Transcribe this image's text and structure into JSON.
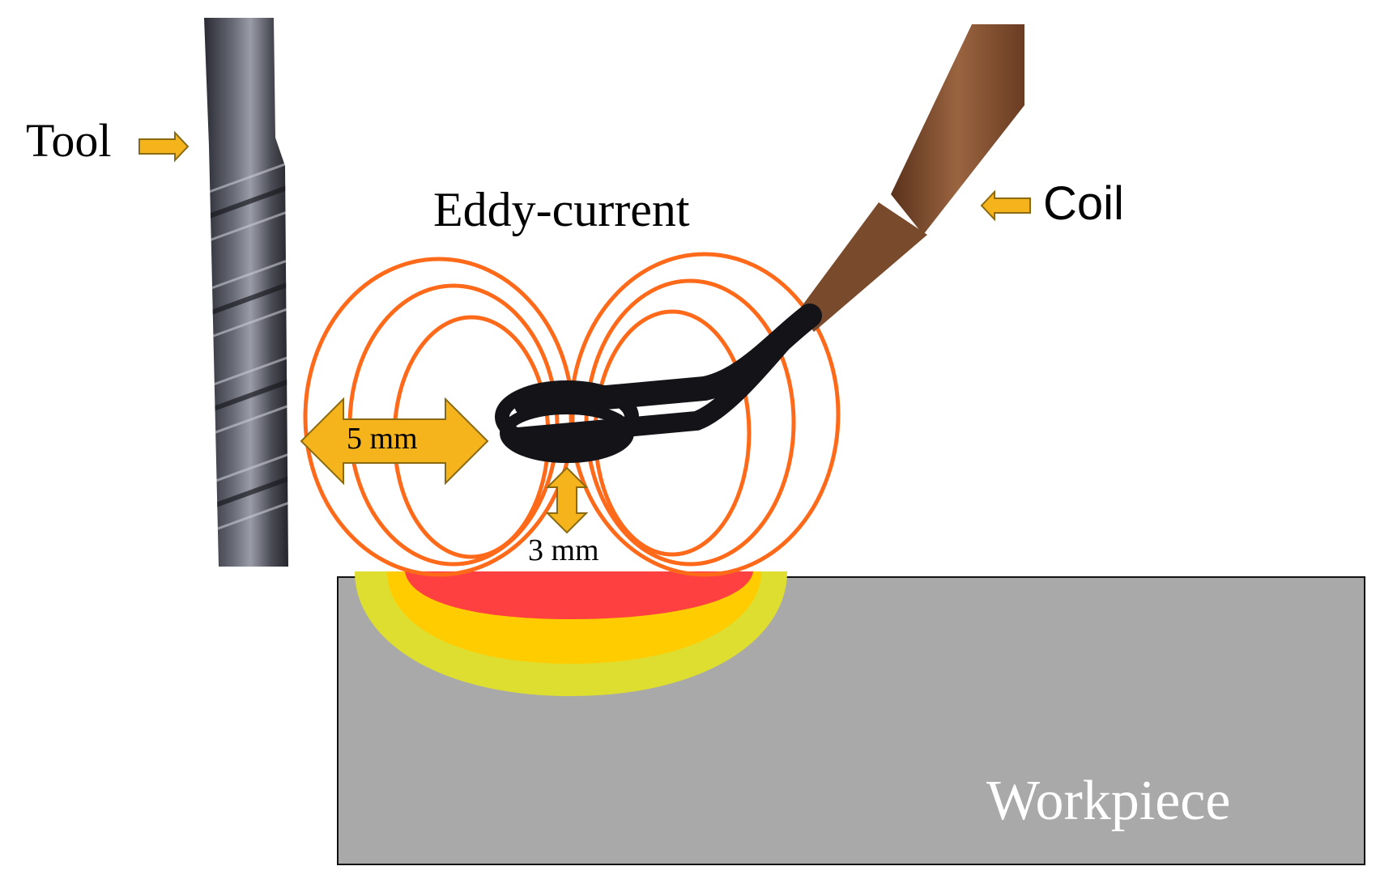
{
  "labels": {
    "tool": "Tool",
    "eddy_current": "Eddy-current",
    "coil": "Coil",
    "gap_horizontal": "5 mm",
    "gap_vertical": "3 mm",
    "workpiece": "Workpiece"
  },
  "colors": {
    "field_lines": "#ff6a1a",
    "arrow_fill": "#f5b31c",
    "arrow_stroke": "#8a6a10",
    "heat_core": "#ff4040",
    "heat_mid": "#ffcc00",
    "heat_outer": "#dede30",
    "workpiece": "#a9a9a9",
    "tool_body": "#3e3f48",
    "coil_copper": "#7a4a2c",
    "coil_wire": "#141418"
  },
  "icons": {
    "tool_pointer": "arrow-right-icon",
    "coil_pointer": "arrow-left-icon",
    "gap_horizontal": "double-arrow-horizontal-icon",
    "gap_vertical": "double-arrow-vertical-icon"
  }
}
